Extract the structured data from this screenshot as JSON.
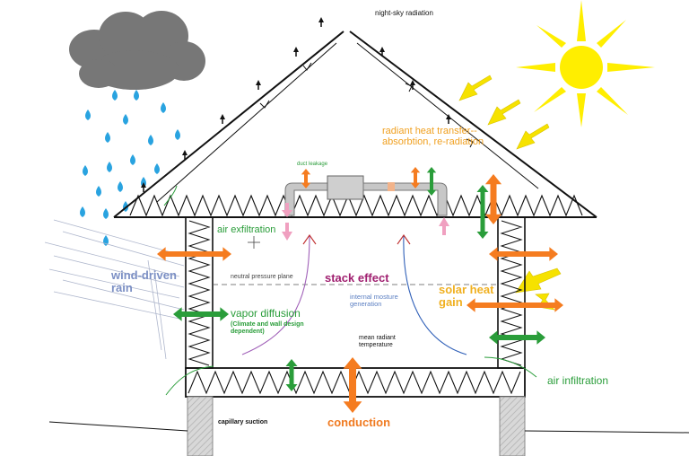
{
  "labels": {
    "night_sky": "night-sky radiation",
    "duct_leakage": "duct leakage",
    "radiant_line1": "radiant heat transfer--",
    "radiant_line2": "absorbtion, re-radiation",
    "air_exfiltration": "air exfiltration",
    "wind_line1": "wind-driven",
    "wind_line2": "rain",
    "neutral_pressure": "neutral pressure plane",
    "stack_effect": "stack effect",
    "internal_moisture_line1": "internal mosture",
    "internal_moisture_line2": "generation",
    "solar_line1": "solar heat",
    "solar_line2": "gain",
    "vapor_diffusion": "vapor diffusion",
    "vapor_note": "(Climate and wall design dependent)",
    "mean_radiant": "mean radiant temperature",
    "air_infiltration": "air infiltration",
    "capillary": "capillary suction",
    "conduction": "conduction"
  },
  "colors": {
    "heat_arrow": "#f57c20",
    "moisture_arrow": "#2a9d3a",
    "sun": "#ffee00",
    "solar_arrow": "#f6e200",
    "cloud": "#777777",
    "rain": "#29a3e0",
    "night_arrow": "#111111",
    "duct_leak_arrow": "#f0a0c0"
  },
  "icons": [
    "cloud-icon",
    "rain-drop-icon",
    "sun-icon",
    "duct-unit-icon"
  ]
}
